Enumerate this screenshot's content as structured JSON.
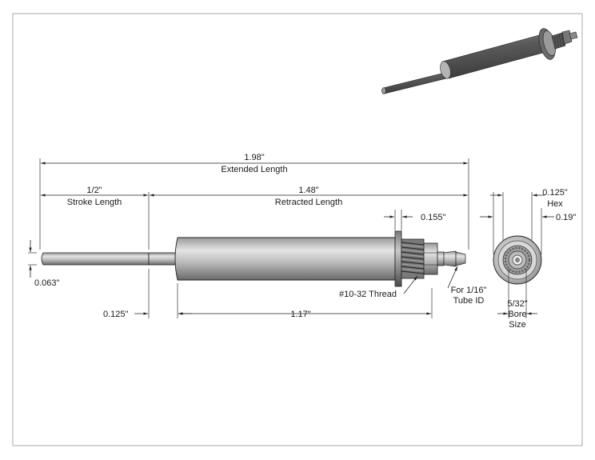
{
  "drawing": {
    "colors": {
      "metal_dark": "#6e6e6e",
      "metal_light": "#d6d6d6",
      "outline": "#222222",
      "border": "#aaaaaa"
    },
    "dimensions": {
      "extended": {
        "value": "1.98\"",
        "label": "Extended Length"
      },
      "stroke": {
        "value": "1/2\"",
        "label": "Stroke Length"
      },
      "retracted": {
        "value": "1.48\"",
        "label": "Retracted Length"
      },
      "flange": {
        "value": "0.155\""
      },
      "rod_dia": {
        "value": "0.063\""
      },
      "rod_end": {
        "value": "0.125\""
      },
      "body": {
        "value": "1.17\""
      },
      "hex": {
        "value": "0.125\"",
        "label": "Hex"
      },
      "outer_dia": {
        "value": "0.19\""
      },
      "bore": {
        "value": "5/32\"",
        "line2": "Bore",
        "line3": "Size"
      }
    },
    "callouts": {
      "thread": "#10-32 Thread",
      "tube_line1": "For 1/16\"",
      "tube_line2": "Tube ID"
    }
  }
}
